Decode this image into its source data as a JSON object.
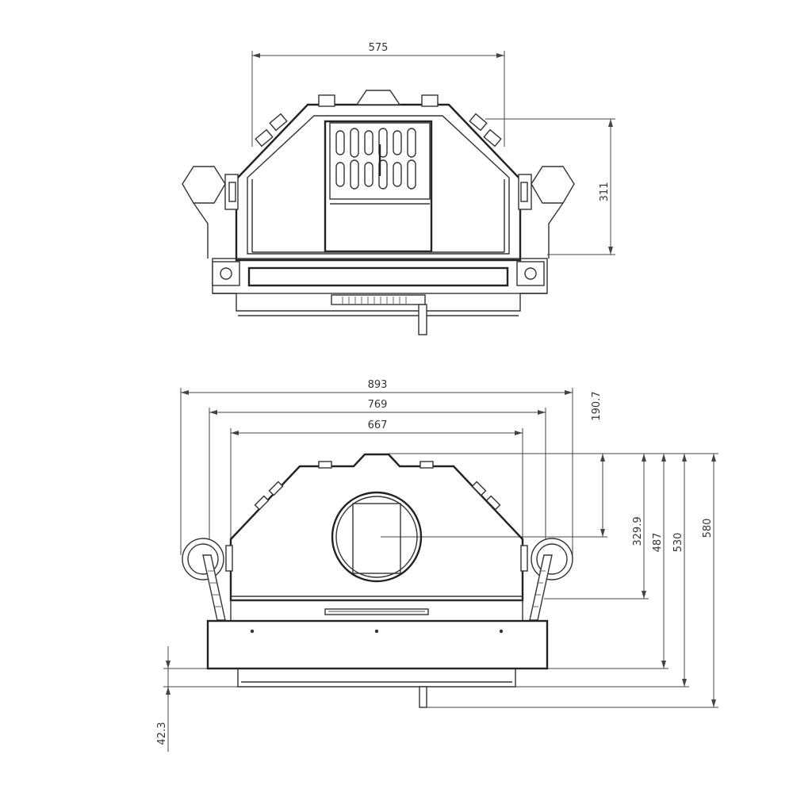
{
  "top_view": {
    "width_dim": "575",
    "height_dim": "311"
  },
  "front_view": {
    "width_outer": "893",
    "width_mid": "769",
    "width_inner": "667",
    "flue_offset": "190.7",
    "flue_height": "329.9",
    "height_glass": "487",
    "height_body": "530",
    "height_total": "580",
    "base_step": "42.3"
  }
}
